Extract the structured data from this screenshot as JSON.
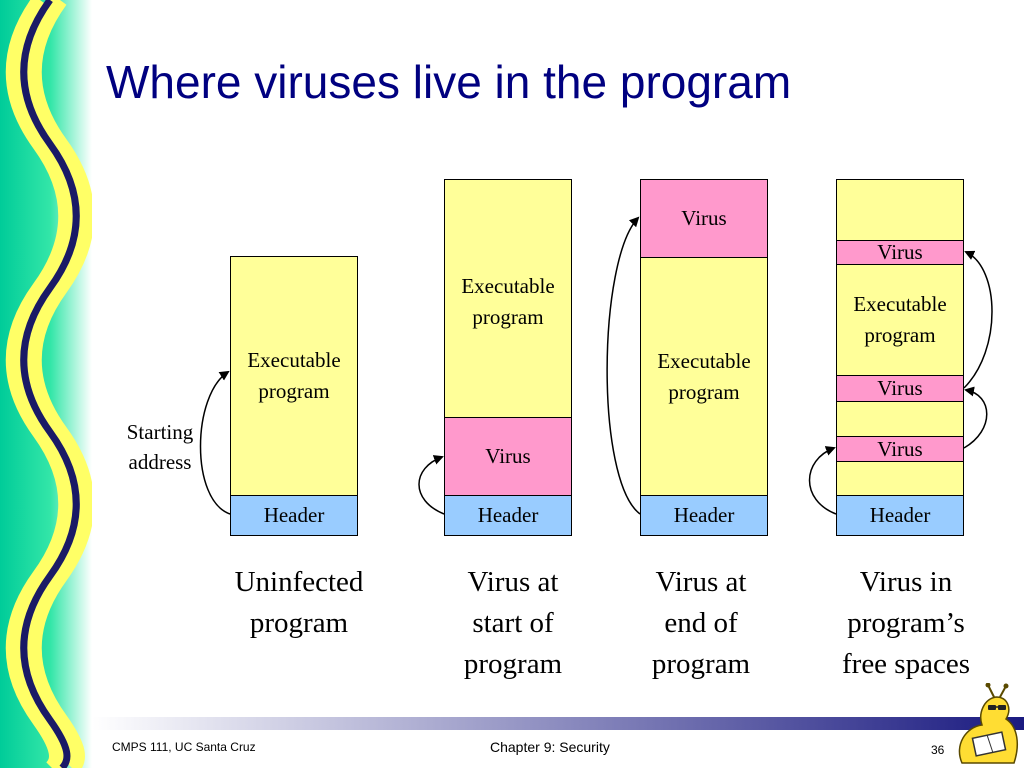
{
  "title": "Where viruses live in the program",
  "labels": {
    "executable": "Executable program",
    "virus": "Virus",
    "header": "Header",
    "starting_address": "Starting address"
  },
  "columns": [
    {
      "caption": "Uninfected program"
    },
    {
      "caption": "Virus at start of program"
    },
    {
      "caption": "Virus at end of program"
    },
    {
      "caption": "Virus in program’s free spaces"
    }
  ],
  "footer": {
    "left": "CMPS 111, UC Santa Cruz",
    "center": "Chapter 9: Security",
    "page": "36"
  },
  "colors": {
    "title": "#000080",
    "executable": "#ffff99",
    "virus": "#ff99cc",
    "header": "#99ccff"
  }
}
